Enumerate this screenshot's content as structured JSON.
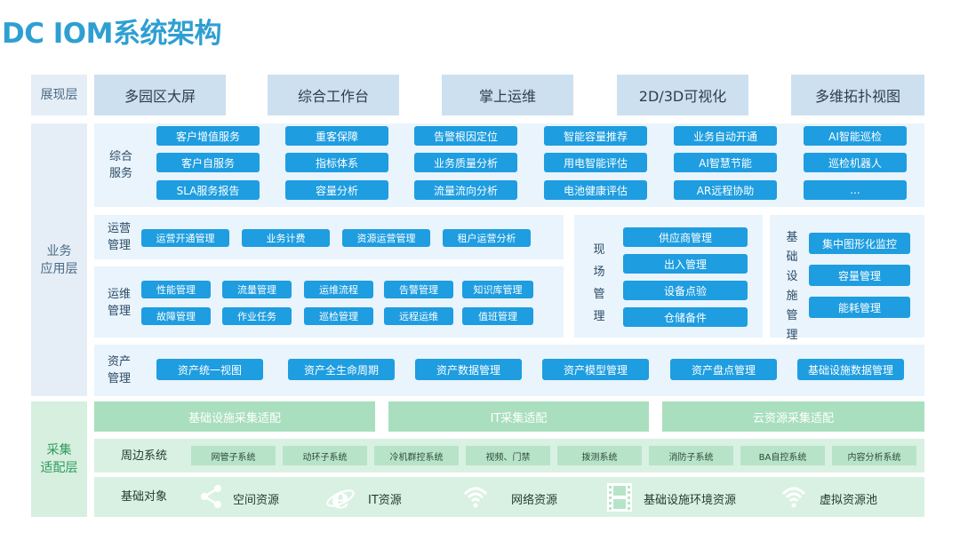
{
  "title": "DC IOM系统架构",
  "layers": {
    "display": "展现层",
    "business": "业务\n应用层",
    "collect": "采集\n适配层"
  },
  "display_items": [
    "多园区大屏",
    "综合工作台",
    "掌上运维",
    "2D/3D可视化",
    "多维拓扑视图"
  ],
  "comprehensive": {
    "label": "综合\n服务",
    "columns": [
      [
        "客户增值服务",
        "客户自服务",
        "SLA服务报告"
      ],
      [
        "重客保障",
        "指标体系",
        "容量分析"
      ],
      [
        "告警根因定位",
        "业务质量分析",
        "流量流向分析"
      ],
      [
        "智能容量推荐",
        "用电智能评估",
        "电池健康评估"
      ],
      [
        "业务自动开通",
        "AI智慧节能",
        "AR远程协助"
      ],
      [
        "AI智能巡检",
        "巡检机器人",
        "..."
      ]
    ]
  },
  "operation": {
    "label": "运营\n管理",
    "items": [
      "运营开通管理",
      "业务计费",
      "资源运营管理",
      "租户运营分析"
    ]
  },
  "maintenance": {
    "label": "运维\n管理",
    "row1": [
      "性能管理",
      "流量管理",
      "运维流程",
      "告警管理",
      "知识库管理"
    ],
    "row2": [
      "故障管理",
      "作业任务",
      "巡检管理",
      "远程运维",
      "值班管理"
    ]
  },
  "site": {
    "label": [
      "现",
      "场",
      "管",
      "理"
    ],
    "items": [
      "供应商管理",
      "出入管理",
      "设备点验",
      "仓储备件"
    ]
  },
  "infra": {
    "label": [
      "基",
      "础",
      "设",
      "施",
      "管",
      "理"
    ],
    "items": [
      "集中图形化监控",
      "容量管理",
      "能耗管理"
    ]
  },
  "asset": {
    "label": "资产\n管理",
    "items": [
      "资产统一视图",
      "资产全生命周期",
      "资产数据管理",
      "资产模型管理",
      "资产盘点管理",
      "基础设施数据管理"
    ]
  },
  "adapters": [
    "基础设施采集适配",
    "IT采集适配",
    "云资源采集适配"
  ],
  "peripheral": {
    "label": "周边系统",
    "items": [
      "网管子系统",
      "动环子系统",
      "冷机群控系统",
      "视频、门禁",
      "拨测系统",
      "消防子系统",
      "BA自控系统",
      "内容分析系统"
    ]
  },
  "base": {
    "label": "基础对象",
    "items": [
      {
        "icon": "share-icon",
        "label": "空间资源"
      },
      {
        "icon": "ie-icon",
        "label": "IT资源"
      },
      {
        "icon": "wifi-icon",
        "label": "网络资源"
      },
      {
        "icon": "film-icon",
        "label": "基础设施环境资源"
      },
      {
        "icon": "wifi-icon",
        "label": "虚拟资源池"
      }
    ]
  },
  "colors": {
    "title": "#2f9fd2",
    "button": "#1e9de0",
    "panel": "#e9f4fc",
    "green_panel": "#d9f1e2",
    "green_bar": "#a9dfbe"
  }
}
